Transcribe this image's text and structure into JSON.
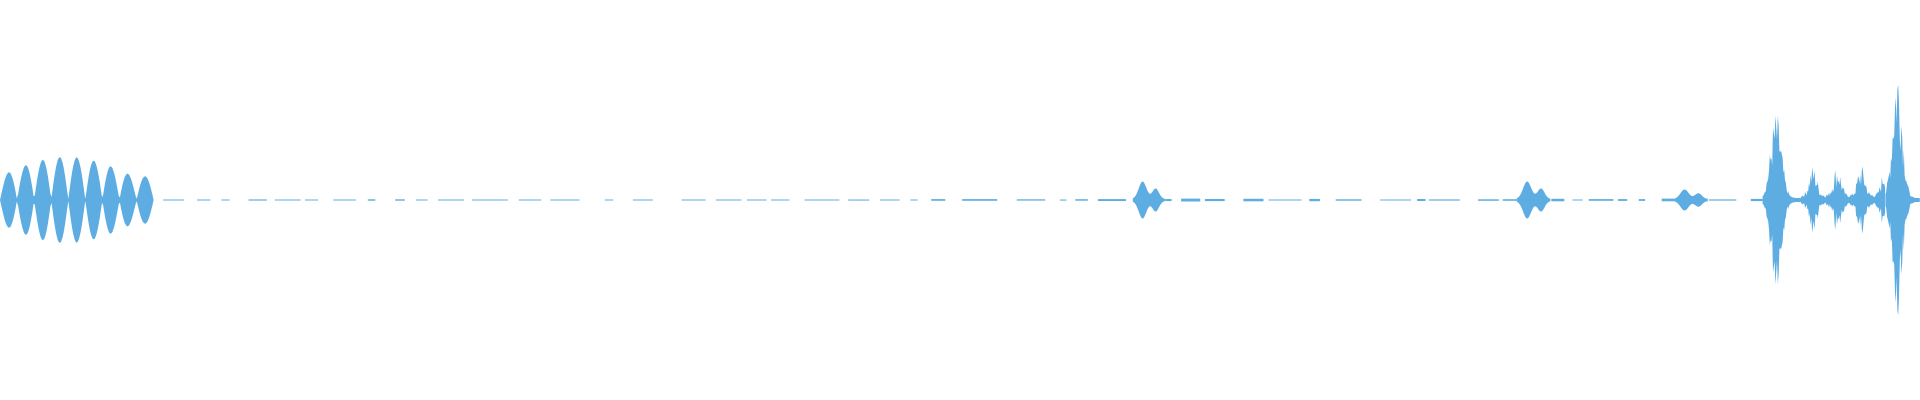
{
  "waveform": {
    "color": "#5dade2",
    "background": "#ffffff",
    "events": [
      {
        "kind": "burst",
        "start": 0.0,
        "end": 0.08,
        "amp": 0.27,
        "pulses": 9
      },
      {
        "kind": "dash",
        "start": 0.085,
        "end": 0.305,
        "amp": 0.006
      },
      {
        "kind": "dash",
        "start": 0.315,
        "end": 0.34,
        "amp": 0.004
      },
      {
        "kind": "dash",
        "start": 0.355,
        "end": 0.478,
        "amp": 0.005
      },
      {
        "kind": "dash",
        "start": 0.485,
        "end": 0.588,
        "amp": 0.008
      },
      {
        "kind": "blip",
        "start": 0.59,
        "end": 0.607,
        "amp": 0.11
      },
      {
        "kind": "dash",
        "start": 0.607,
        "end": 0.79,
        "amp": 0.012
      },
      {
        "kind": "blip",
        "start": 0.79,
        "end": 0.808,
        "amp": 0.11
      },
      {
        "kind": "dash",
        "start": 0.808,
        "end": 0.872,
        "amp": 0.012
      },
      {
        "kind": "blip",
        "start": 0.872,
        "end": 0.89,
        "amp": 0.06
      },
      {
        "kind": "dash",
        "start": 0.89,
        "end": 0.918,
        "amp": 0.01
      },
      {
        "kind": "spike",
        "start": 0.918,
        "end": 0.938,
        "amp": 0.55
      },
      {
        "kind": "noise",
        "start": 0.938,
        "end": 0.982,
        "amp": 0.22
      },
      {
        "kind": "spike",
        "start": 0.982,
        "end": 1.0,
        "amp": 0.9
      }
    ]
  }
}
